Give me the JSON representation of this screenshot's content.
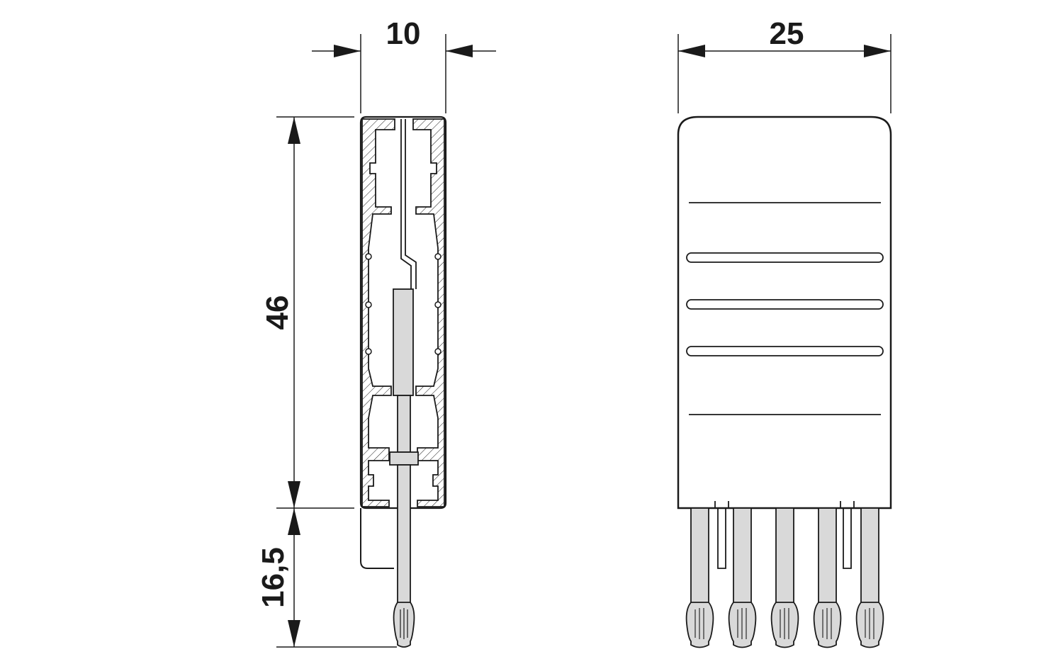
{
  "dimensions": {
    "width_side": "10",
    "width_front": "25",
    "height_body": "46",
    "height_pins": "16,5"
  },
  "colors": {
    "line": "#1a1a1a",
    "pin_fill": "#d9d9d9",
    "background": "#ffffff"
  }
}
